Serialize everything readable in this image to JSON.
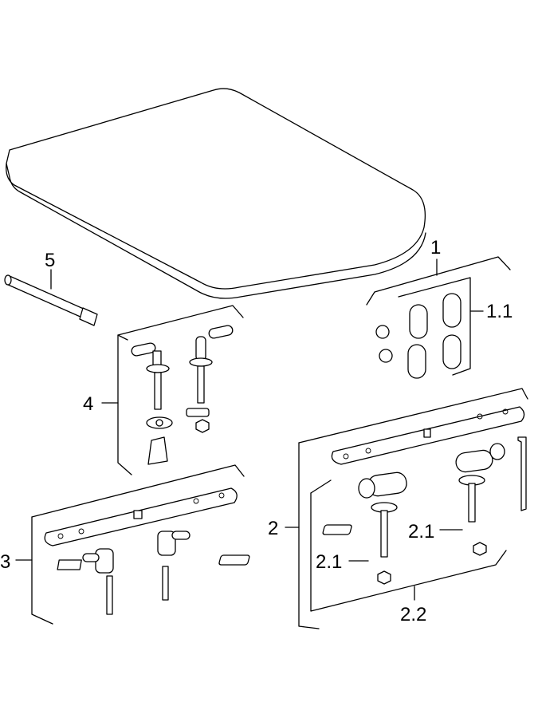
{
  "diagram": {
    "labels": {
      "seat_fixing_tool": "5",
      "cover_buffers_set": "1",
      "buffers": "1.1",
      "hinge_set_top": "4",
      "hinge_set_plate_left": "3",
      "hinge_set_plate_right": "2",
      "hinge_part_right": "2.1",
      "hinge_part_left": "2.1",
      "nut_washer": "2.2"
    }
  }
}
